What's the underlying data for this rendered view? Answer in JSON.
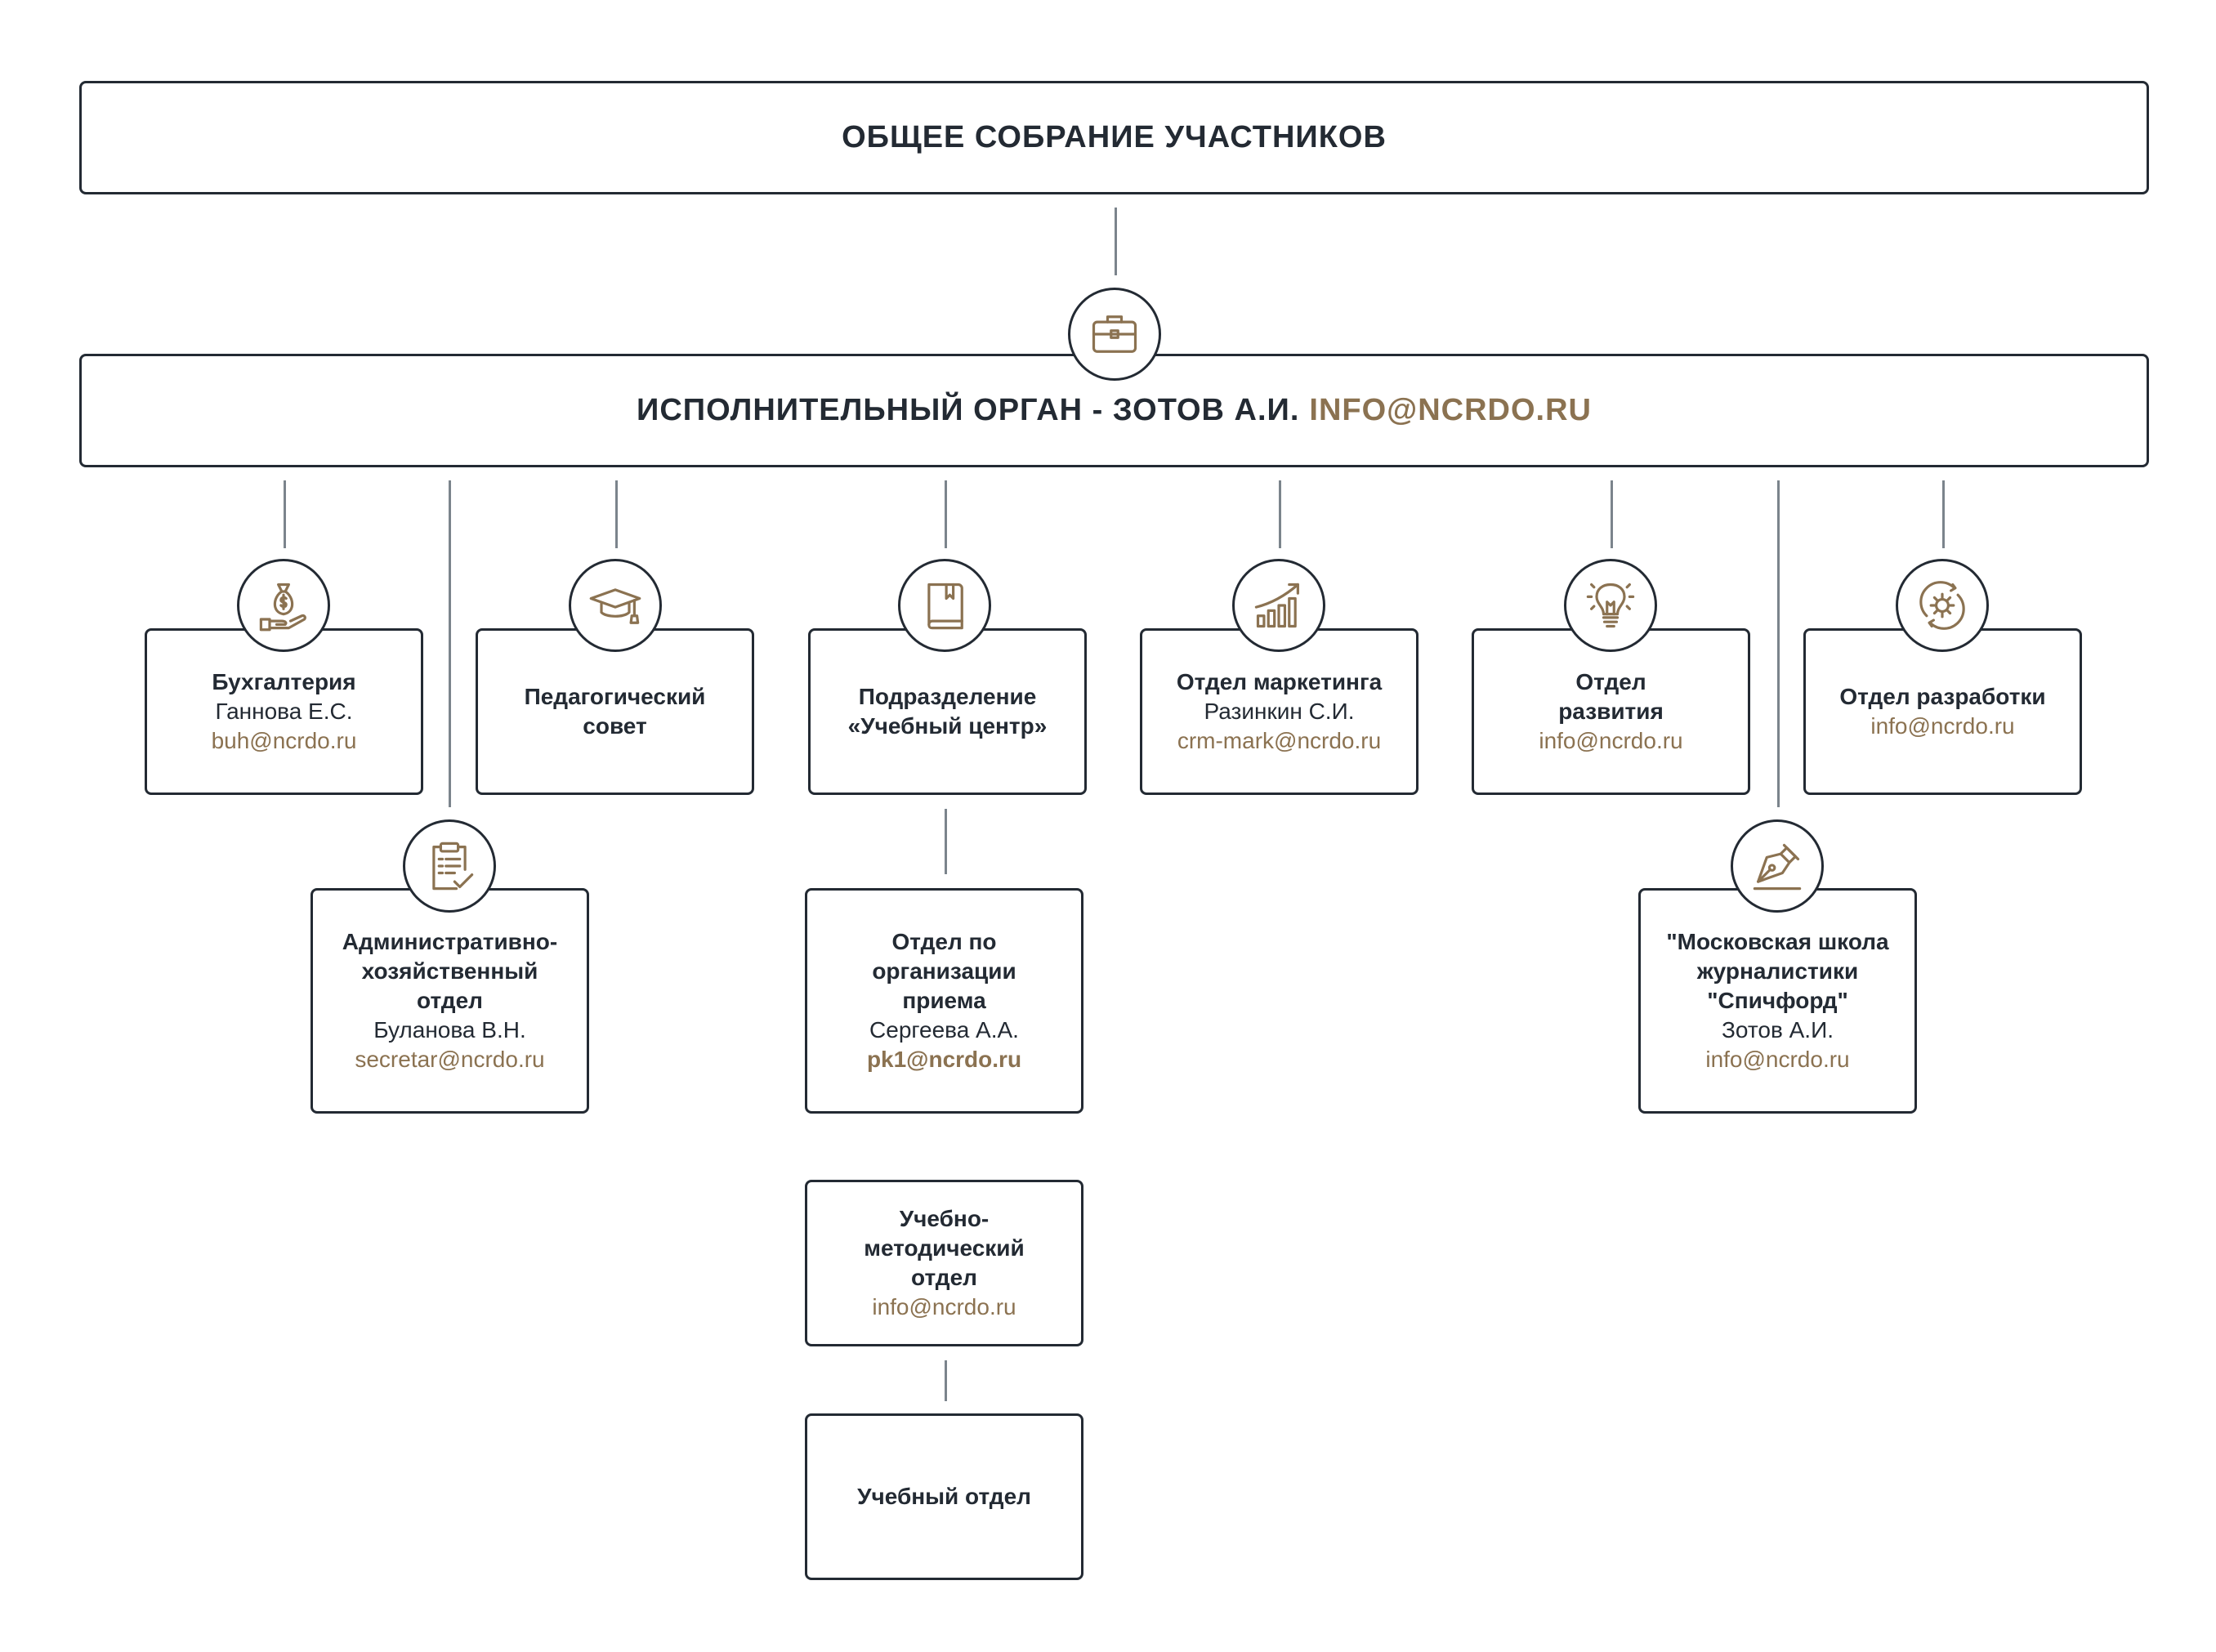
{
  "general_meeting": {
    "title": "ОБЩЕЕ СОБРАНИЕ УЧАСТНИКОВ"
  },
  "executive": {
    "title": "ИСПОЛНИТЕЛЬНЫЙ ОРГАН - ЗОТОВ А.И.",
    "email": "INFO@NCRDO.RU",
    "icon": "briefcase-icon"
  },
  "departments": {
    "accounting": {
      "title": "Бухгалтерия",
      "person": "Ганнова Е.С.",
      "email": "buh@ncrdo.ru",
      "icon": "money-bag-hand-icon"
    },
    "admin": {
      "title": "Административно-хозяйственный отдел",
      "person": "Буланова В.Н.",
      "email": "secretar@ncrdo.ru",
      "icon": "clipboard-check-icon"
    },
    "pedagogical": {
      "title": "Педагогический совет",
      "icon": "graduation-cap-icon"
    },
    "training_center": {
      "title": "Подразделение «Учебный центр»",
      "icon": "book-icon"
    },
    "admissions": {
      "title": "Отдел по организации приема",
      "person": "Сергеева А.А.",
      "email": "pk1@ncrdo.ru"
    },
    "methodical": {
      "title": "Учебно-методический отдел",
      "email": "info@ncrdo.ru"
    },
    "education": {
      "title": "Учебный отдел"
    },
    "marketing": {
      "title": "Отдел маркетинга",
      "person": "Разинкин С.И.",
      "email": "crm-mark@ncrdo.ru",
      "icon": "growth-chart-icon"
    },
    "development": {
      "title": "Отдел развития",
      "email": "info@ncrdo.ru",
      "icon": "lightbulb-icon"
    },
    "journalism": {
      "title": "\"Московская школа журналистики \"Спичфорд\"",
      "person": "Зотов А.И.",
      "email": "info@ncrdo.ru",
      "icon": "fountain-pen-icon"
    },
    "engineering": {
      "title": "Отдел разработки",
      "email": "info@ncrdo.ru",
      "icon": "gear-cycle-icon"
    }
  },
  "colors": {
    "accent": "#8b7251",
    "border": "#232a33",
    "connector": "#7b848c"
  }
}
